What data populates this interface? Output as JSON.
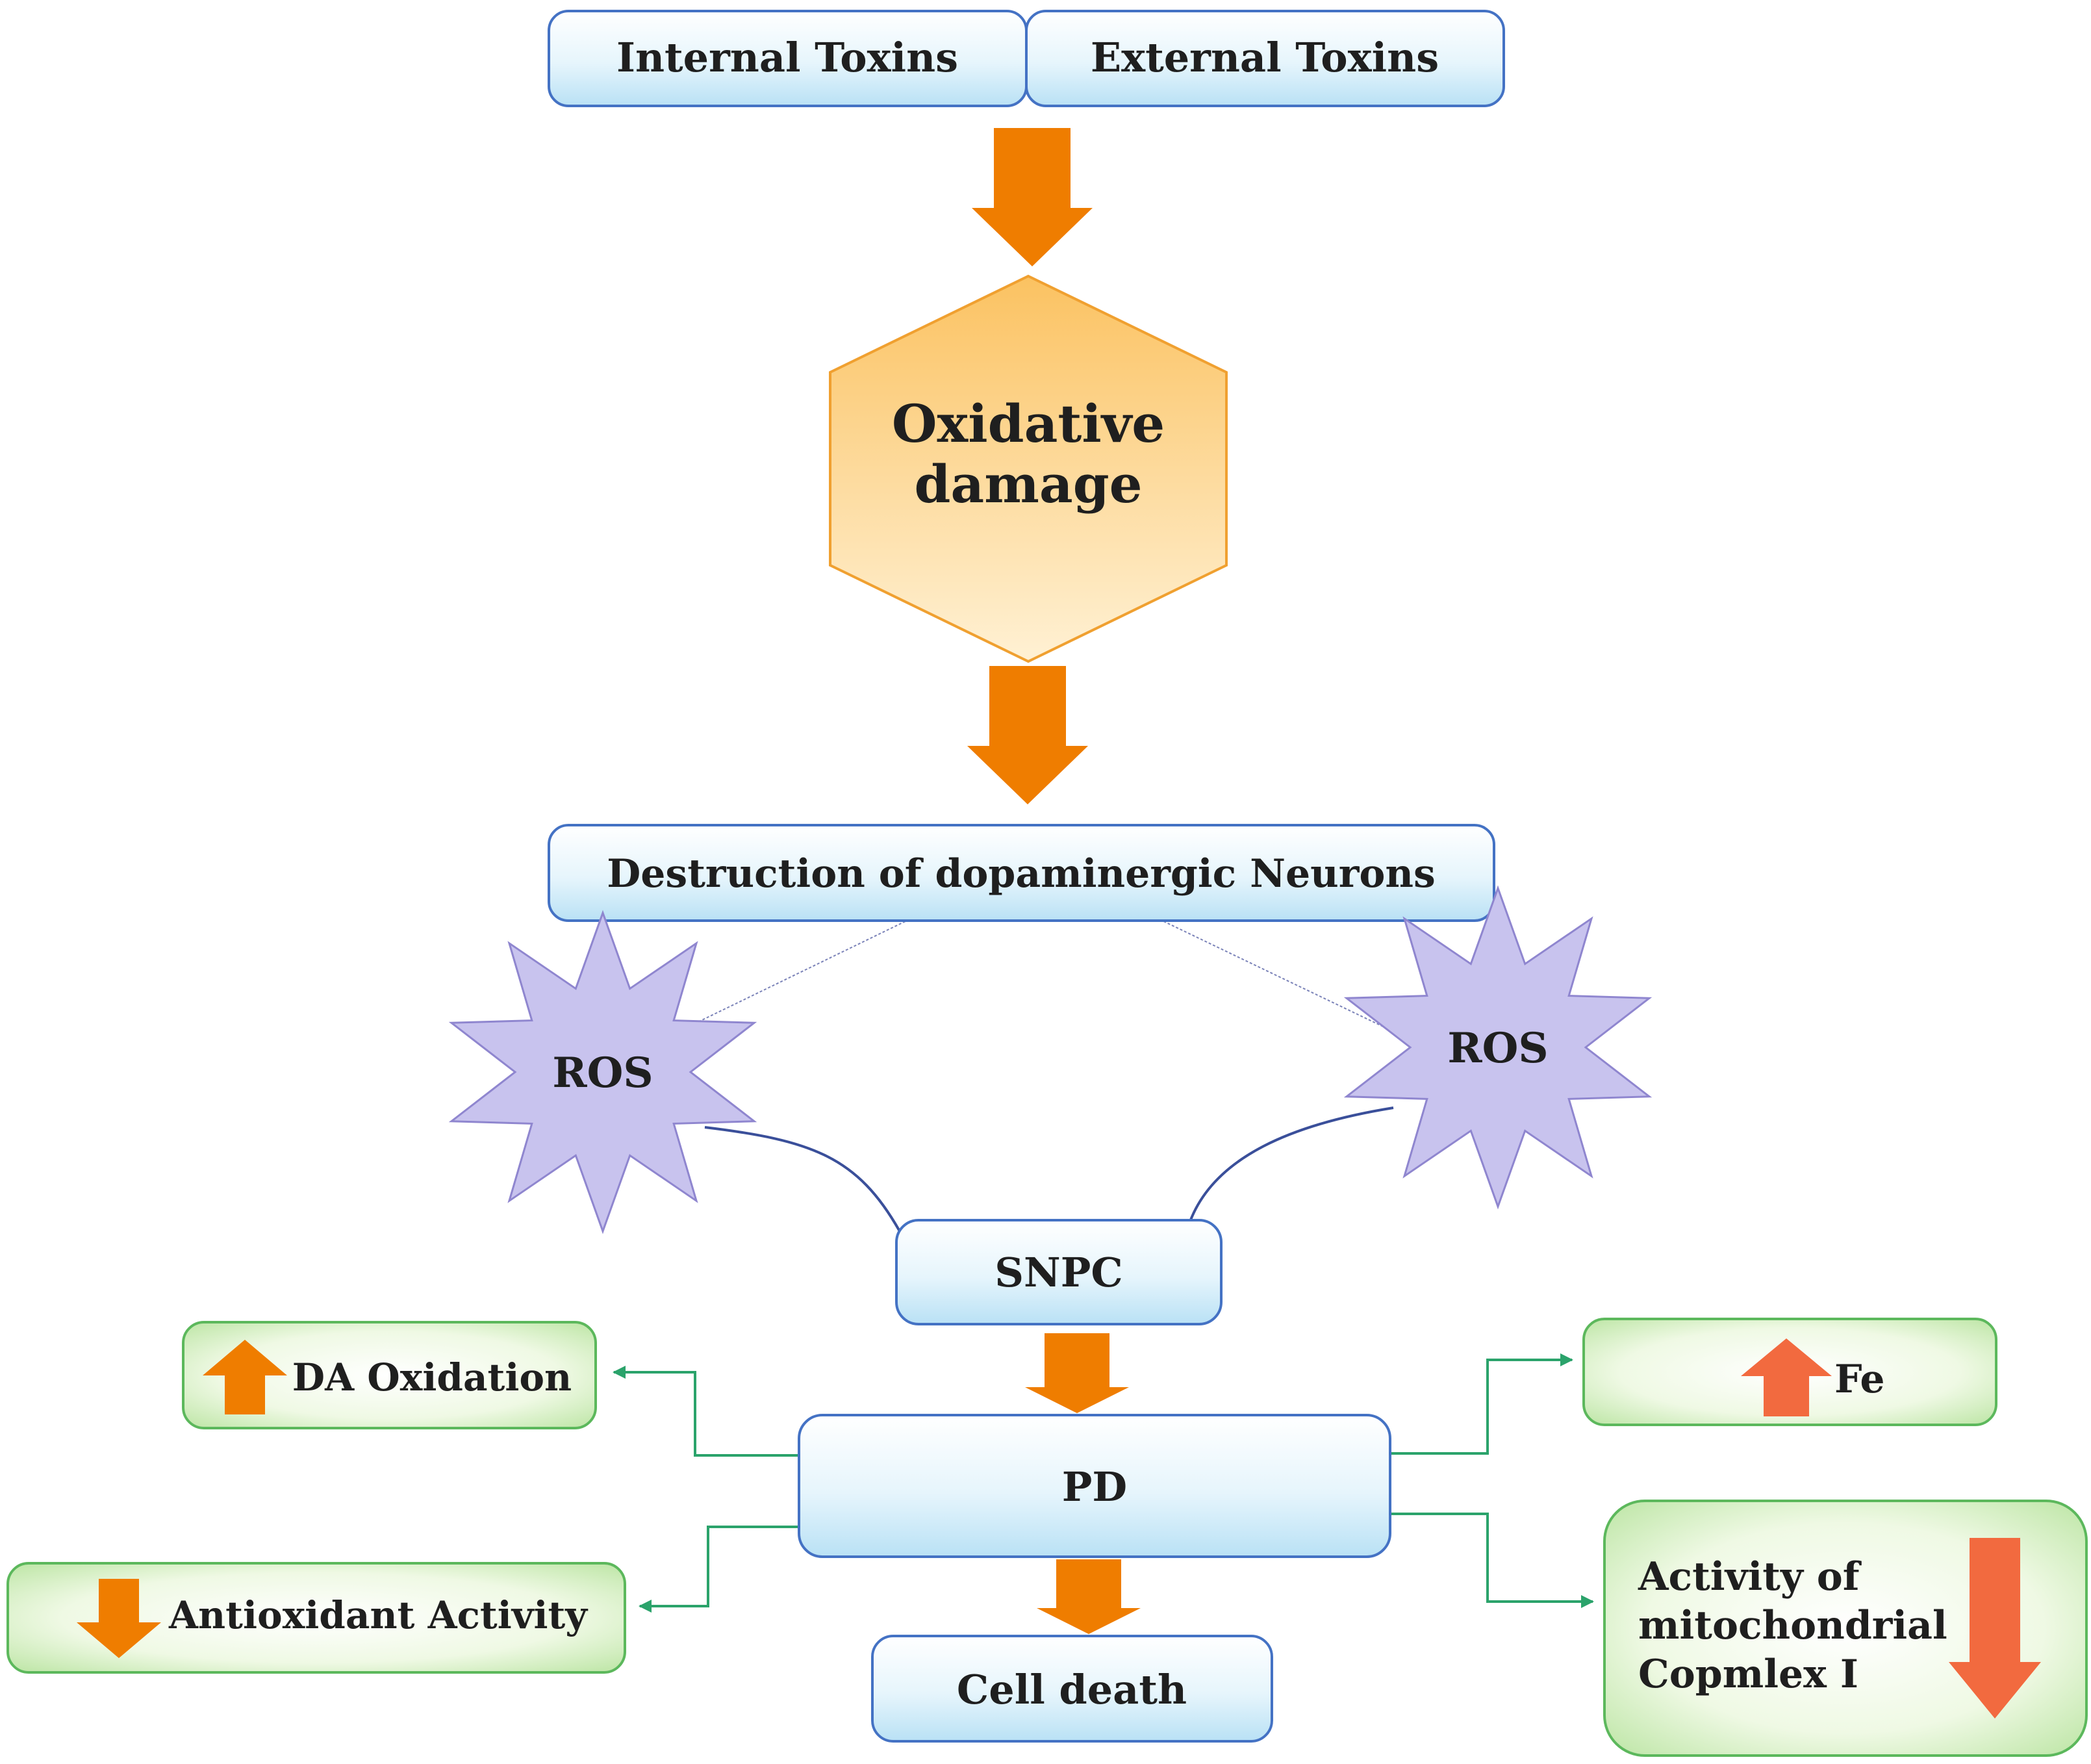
{
  "nodes": {
    "internal_toxins": "Internal Toxins",
    "external_toxins": "External Toxins",
    "oxidative_damage": [
      "Oxidative",
      "damage"
    ],
    "destruction": "Destruction of dopaminergic Neurons",
    "ros_left": "ROS",
    "ros_right": "ROS",
    "snpc": "SNPC",
    "pd": "PD",
    "cell_death": "Cell death",
    "da_oxidation": "DA Oxidation",
    "antioxidant_activity": "Antioxidant Activity",
    "fe": "Fe",
    "complex_activity": [
      "Activity of",
      "mitochondrial",
      "Copmlex I"
    ]
  },
  "indicators": {
    "da_oxidation": "up",
    "antioxidant_activity": "down",
    "fe": "up",
    "complex_activity": "down"
  },
  "colors": {
    "flow_arrow": "#ef7d00",
    "indicator_up": "#ef7d00",
    "indicator_red": "#f26a3f",
    "box_border_blue": "#4472c4",
    "box_border_green": "#5cb85c",
    "hexagon_fill": "#fbc56a",
    "ros_fill": "#c8c3ee",
    "connector_green": "#2ba36b"
  }
}
